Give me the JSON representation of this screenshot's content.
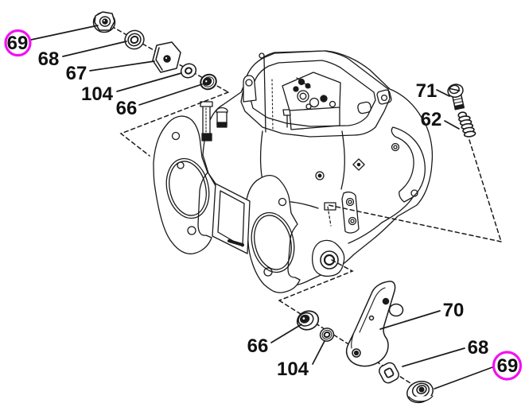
{
  "figure": {
    "type": "exploded-parts-diagram",
    "background": "#ffffff",
    "line_color": "#1a1a1a",
    "highlight_color": "#f211f2"
  },
  "callouts": {
    "top_left": [
      {
        "label": "69",
        "highlighted": true,
        "part": "flange-nut"
      },
      {
        "label": "68",
        "highlighted": false,
        "part": "cup-washer"
      },
      {
        "label": "67",
        "highlighted": false,
        "part": "hex-cap-nut"
      },
      {
        "label": "104",
        "highlighted": false,
        "part": "washer"
      },
      {
        "label": "66",
        "highlighted": false,
        "part": "seal-ring"
      }
    ],
    "right": [
      {
        "label": "71",
        "highlighted": false,
        "part": "screw"
      },
      {
        "label": "62",
        "highlighted": false,
        "part": "spring"
      }
    ],
    "bottom": [
      {
        "label": "66",
        "highlighted": false,
        "part": "bushing"
      },
      {
        "label": "104",
        "highlighted": false,
        "part": "washer"
      },
      {
        "label": "70",
        "highlighted": false,
        "part": "lever-arm"
      },
      {
        "label": "68",
        "highlighted": false,
        "part": "lock-washer"
      },
      {
        "label": "69",
        "highlighted": true,
        "part": "flange-nut"
      }
    ]
  }
}
